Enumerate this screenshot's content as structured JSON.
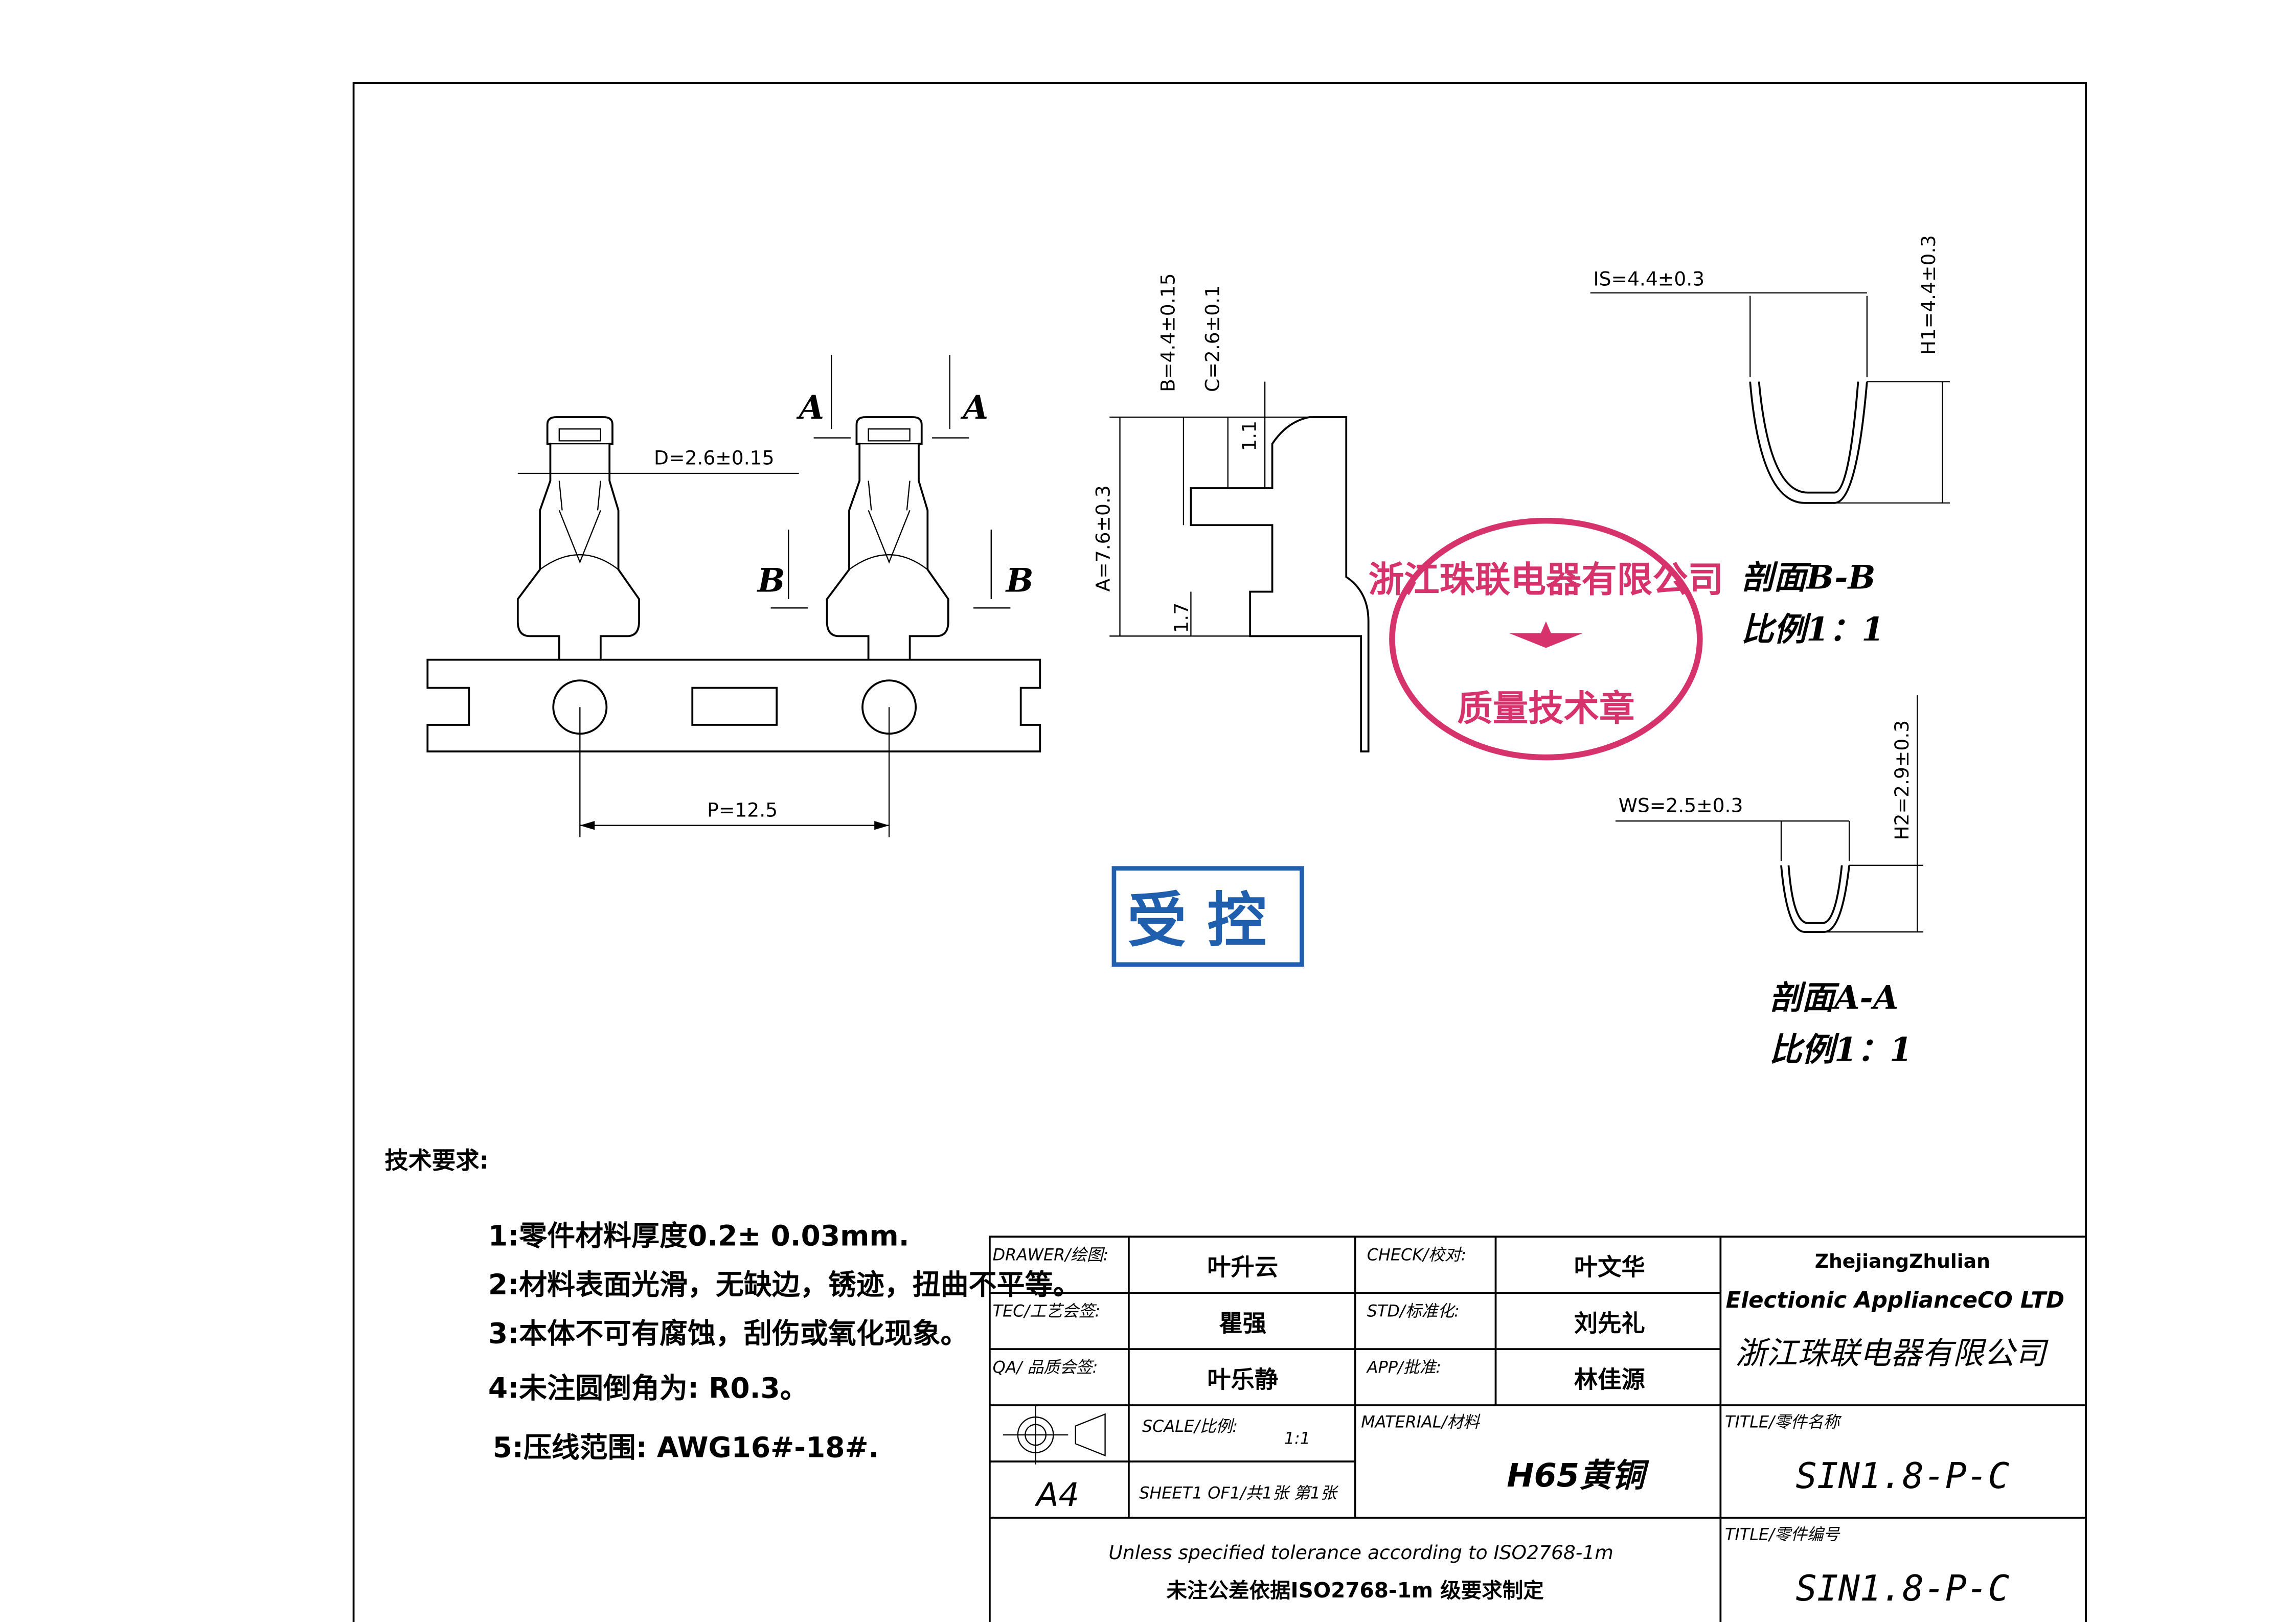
{
  "drawing": {
    "dimensions": {
      "d": "D=2.6±0.15",
      "p": "P=12.5",
      "b": "B=4.4±0.15",
      "c": "C=2.6±0.1",
      "a": "A=7.6±0.3",
      "h11": "1.1",
      "h17": "1.7",
      "is": "IS=4.4±0.3",
      "h1": "H1=4.4±0.3",
      "ws": "WS=2.5±0.3",
      "h2": "H2=2.9±0.3"
    },
    "section_marks": {
      "a": "A",
      "b": "B"
    },
    "section_bb": {
      "title": "剖面B-B",
      "scale": "比例1：1"
    },
    "section_aa": {
      "title": "剖面A-A",
      "scale": "比例1：1"
    },
    "stamp_red": {
      "company": "浙江珠联电器有限公司",
      "label": "质量技术章",
      "color": "#d6336c"
    },
    "stamp_blue": {
      "label": "受控",
      "color": "#1f5fae"
    }
  },
  "notes": {
    "heading": "技术要求:",
    "items": [
      "1:零件材料厚度0.2± 0.03mm.",
      "2:材料表面光滑，无缺边，锈迹，扭曲不平等。",
      "3:本体不可有腐蚀，刮伤或氧化现象。",
      "4:未注圆倒角为: R0.3。",
      "5:压线范围: AWG16#-18#."
    ]
  },
  "title_block": {
    "drawer_label": "DRAWER/绘图:",
    "drawer": "叶升云",
    "check_label": "CHECK/校对:",
    "check": "叶文华",
    "tec_label": "TEC/工艺会签:",
    "tec": "瞿强",
    "std_label": "STD/标准化:",
    "std": "刘先礼",
    "qa_label": "QA/ 品质会签:",
    "qa": "叶乐静",
    "app_label": "APP/批准:",
    "app": "林佳源",
    "company_en1": "ZhejiangZhulian",
    "company_en2": "Electionic ApplianceCO LTD",
    "company_cn": "浙江珠联电器有限公司",
    "scale_label": "SCALE/比例:",
    "scale": "1:1",
    "sheet_size": "A4",
    "sheet": "SHEET1 OF1/共1张 第1张",
    "material_label": "MATERIAL/材料",
    "material": "H65黄铜",
    "title_label": "TITLE/零件名称",
    "title": "SIN1.8-P-C",
    "number_label": "TITLE/零件编号",
    "number": "SIN1.8-P-C",
    "tolerance_en": "Unless specified tolerance according to ISO2768-1m",
    "tolerance_cn": "未注公差依据ISO2768-1m 级要求制定"
  }
}
